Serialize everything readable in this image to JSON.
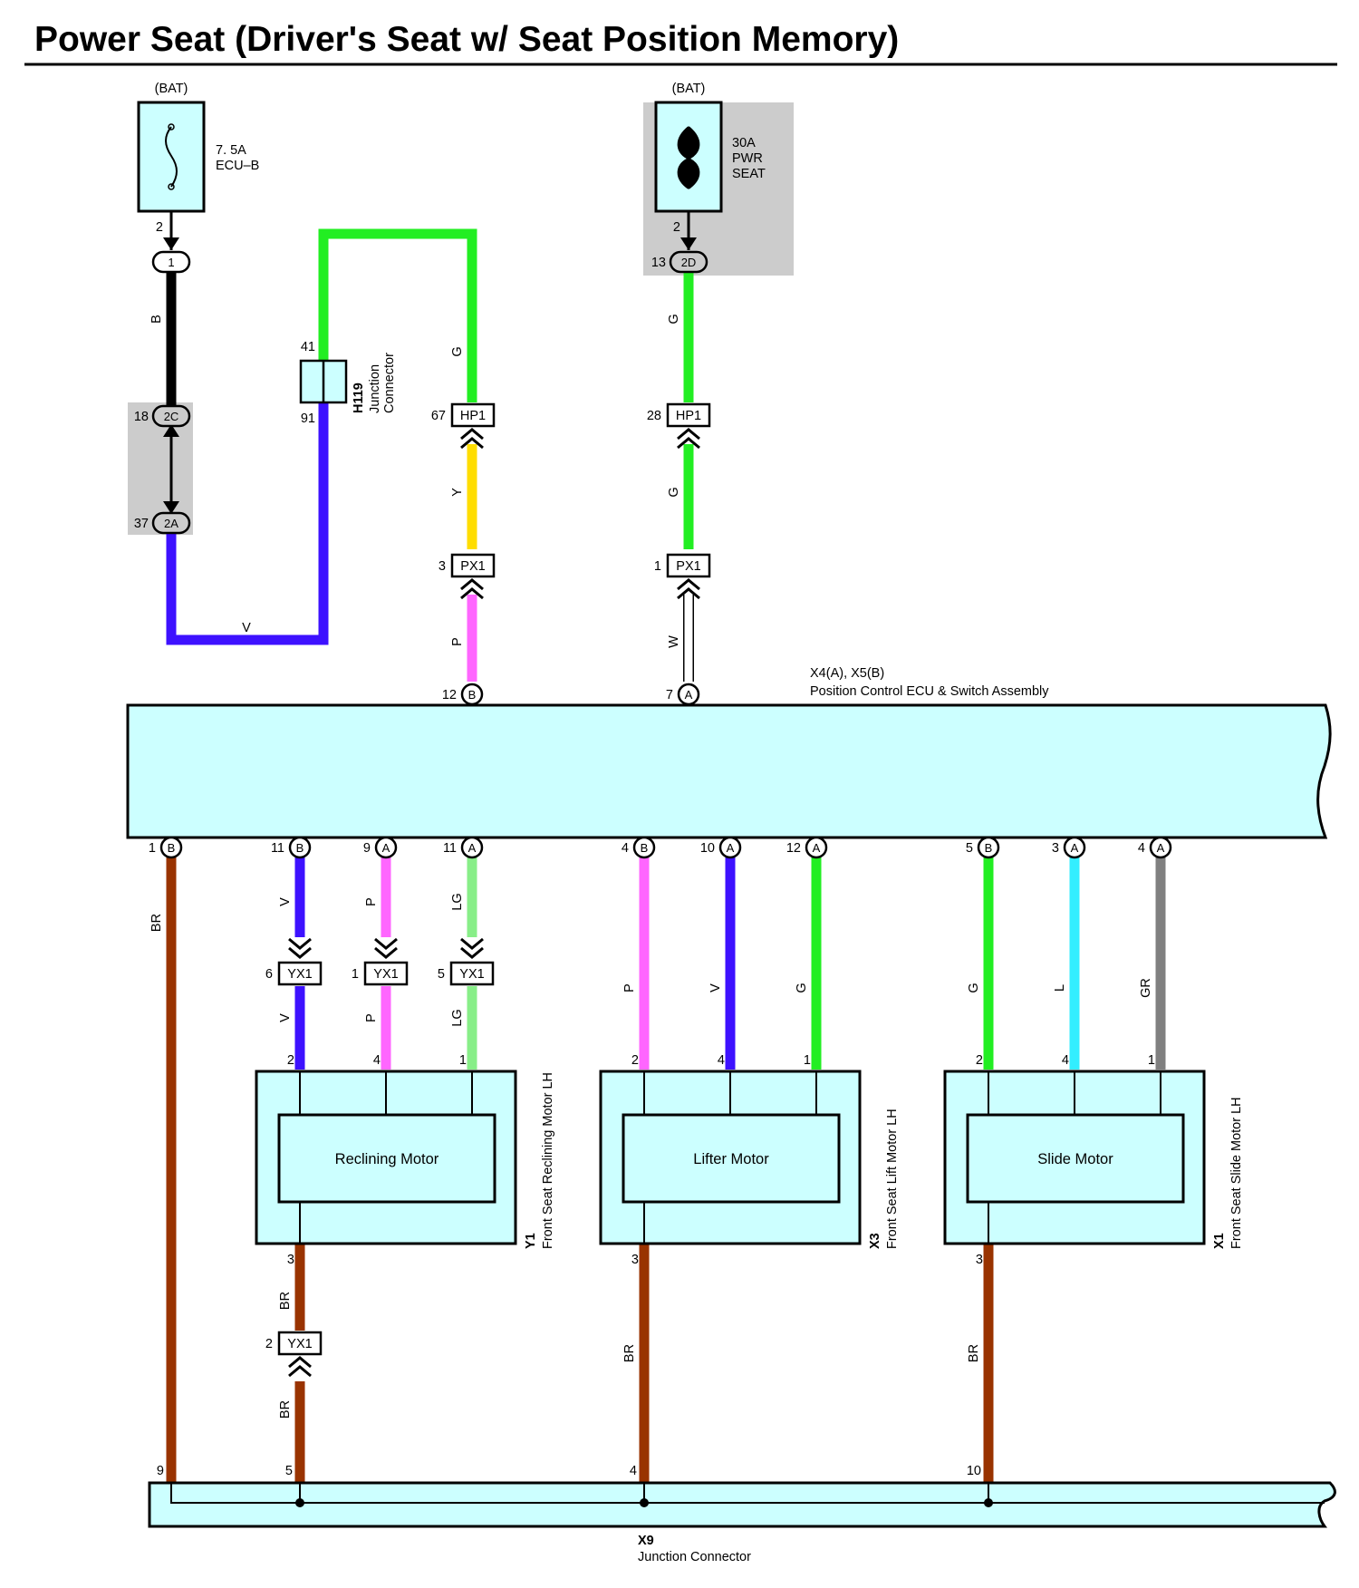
{
  "title": "Power Seat (Driver's Seat w/ Seat Position Memory)",
  "colors": {
    "component_fill": "#ccffff",
    "junction_shade": "#cccccc",
    "wire_B": "#000000",
    "wire_V": "#3d11ff",
    "wire_G": "#22ee22",
    "wire_Y": "#ffdd00",
    "wire_P": "#ff66ff",
    "wire_W": "#ffffff",
    "wire_LG": "#88ee88",
    "wire_L": "#33eeff",
    "wire_GR": "#808080",
    "wire_BR": "#993300"
  },
  "fuses": [
    {
      "source": "(BAT)",
      "rating": "7. 5A",
      "name": "ECU–B",
      "pin": "2"
    },
    {
      "source": "(BAT)",
      "rating": "30A",
      "name_line1": "PWR",
      "name_line2": "SEAT",
      "pin": "2"
    }
  ],
  "junction_connector_h119": {
    "id": "H119",
    "line1": "Junction",
    "line2": "Connector",
    "pin_in": "41",
    "pin_out": "91"
  },
  "connectors": {
    "c1": {
      "label": "1"
    },
    "c2C": {
      "label": "2C",
      "pin": "18"
    },
    "c2A": {
      "label": "2A",
      "pin": "37"
    },
    "c2D": {
      "label": "2D",
      "pin": "13"
    },
    "hp1_left": {
      "label": "HP1",
      "pin": "67"
    },
    "hp1_right": {
      "label": "HP1",
      "pin": "28"
    },
    "px1_left": {
      "label": "PX1",
      "pin": "3"
    },
    "px1_right": {
      "label": "PX1",
      "pin": "1"
    },
    "yx1_a": {
      "label": "YX1",
      "pin": "6"
    },
    "yx1_b": {
      "label": "YX1",
      "pin": "1"
    },
    "yx1_c": {
      "label": "YX1",
      "pin": "5"
    },
    "yx1_d": {
      "label": "YX1",
      "pin": "2"
    }
  },
  "wire_labels": {
    "B": "B",
    "V": "V",
    "G": "G",
    "Y": "Y",
    "P": "P",
    "W": "W",
    "LG": "LG",
    "L": "L",
    "GR": "GR",
    "BR": "BR"
  },
  "ecu": {
    "ids": "X4(A), X5(B)",
    "name": "Position Control ECU & Switch Assembly",
    "top_pins": [
      {
        "pin": "12",
        "conn": "B"
      },
      {
        "pin": "7",
        "conn": "A"
      }
    ],
    "bottom_pins": [
      {
        "pin": "1",
        "conn": "B"
      },
      {
        "pin": "11",
        "conn": "B"
      },
      {
        "pin": "9",
        "conn": "A"
      },
      {
        "pin": "11",
        "conn": "A"
      },
      {
        "pin": "4",
        "conn": "B"
      },
      {
        "pin": "10",
        "conn": "A"
      },
      {
        "pin": "12",
        "conn": "A"
      },
      {
        "pin": "5",
        "conn": "B"
      },
      {
        "pin": "3",
        "conn": "A"
      },
      {
        "pin": "4",
        "conn": "A"
      }
    ]
  },
  "motors": [
    {
      "id": "Y1",
      "name": "Front Seat Reclining Motor LH",
      "inner": "Reclining Motor",
      "pins": [
        "2",
        "4",
        "1"
      ],
      "ground_pin": "3"
    },
    {
      "id": "X3",
      "name": "Front Seat Lift Motor LH",
      "inner": "Lifter Motor",
      "pins": [
        "2",
        "4",
        "1"
      ],
      "ground_pin": "3"
    },
    {
      "id": "X1",
      "name": "Front Seat Slide Motor LH",
      "inner": "Slide Motor",
      "pins": [
        "2",
        "4",
        "1"
      ],
      "ground_pin": "3"
    }
  ],
  "junction_x9": {
    "id": "X9",
    "name": "Junction Connector",
    "pins": [
      "9",
      "5",
      "4",
      "10"
    ]
  }
}
